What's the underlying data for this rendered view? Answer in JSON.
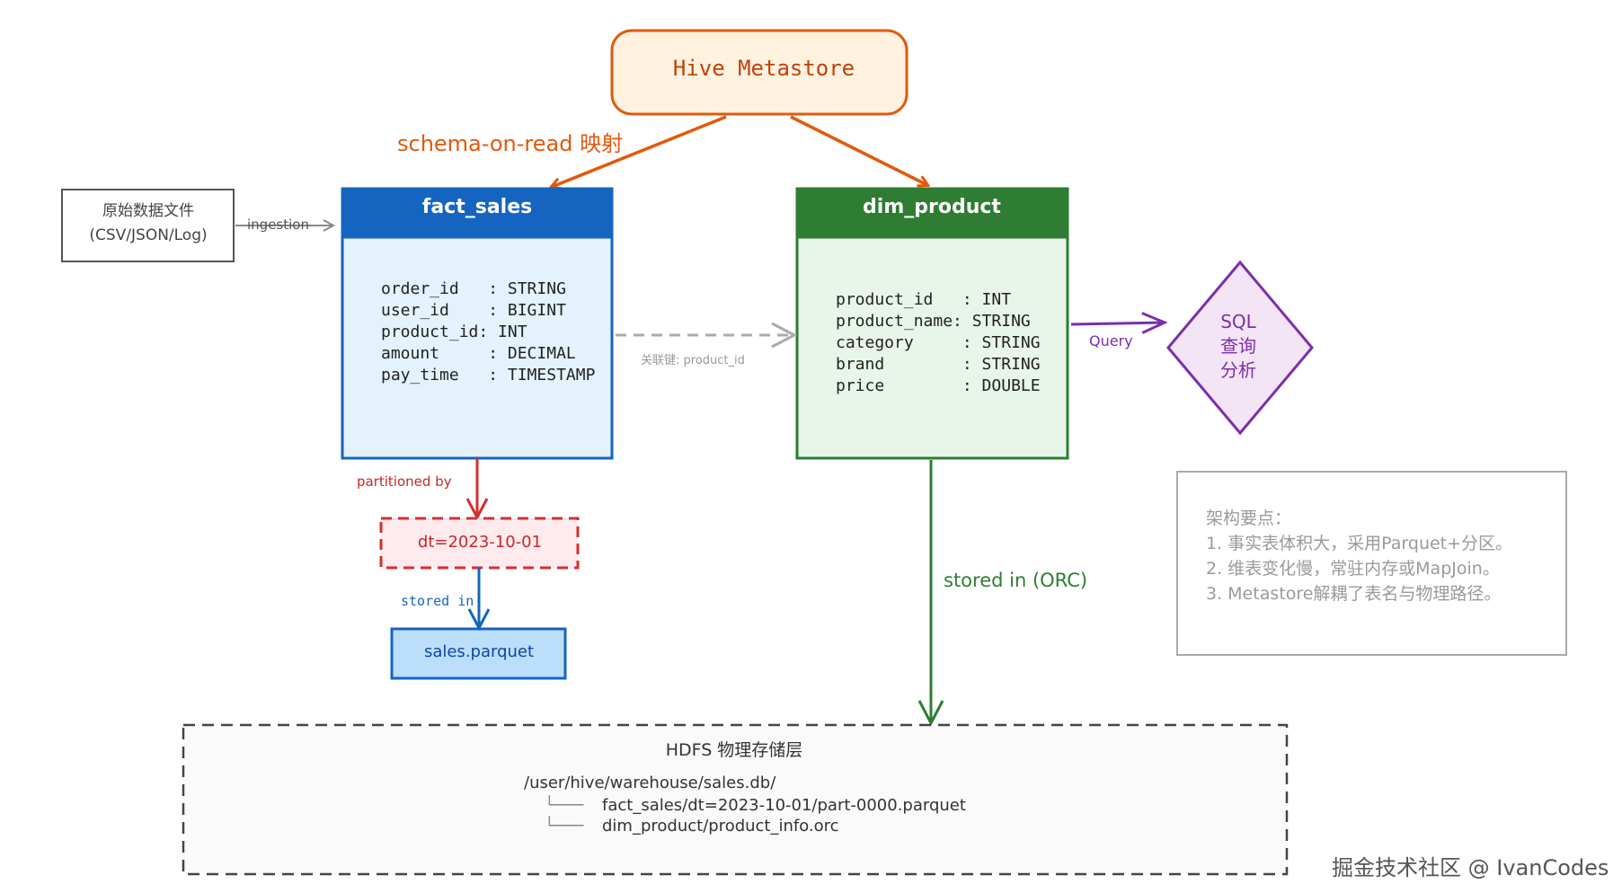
{
  "metastore": {
    "label": "Hive Metastore"
  },
  "raw_source": {
    "line1": "原始数据文件",
    "line2": "(CSV/JSON/Log)"
  },
  "edges": {
    "ingestion": "ingestion",
    "schema_mapping": "schema-on-read 映射",
    "join_key": "关联键: product_id",
    "query": "Query",
    "partitioned_by": "partitioned by",
    "stored_in": "stored in",
    "stored_in_orc": "stored in (ORC)"
  },
  "fact_table": {
    "name": "fact_sales",
    "fields": [
      "order_id   : STRING",
      "user_id    : BIGINT",
      "product_id: INT",
      "amount     : DECIMAL",
      "pay_time   : TIMESTAMP"
    ]
  },
  "dim_table": {
    "name": "dim_product",
    "fields": [
      "product_id   : INT",
      "product_name: STRING",
      "category     : STRING",
      "brand        : STRING",
      "price        : DOUBLE"
    ]
  },
  "sql_node": {
    "line1": "SQL",
    "line2": "查询",
    "line3": "分析"
  },
  "partition": {
    "label": "dt=2023-10-01"
  },
  "parquet_file": {
    "label": "sales.parquet"
  },
  "notes": {
    "title": "架构要点：",
    "items": [
      "1. 事实表体积大，采用Parquet+分区。",
      "2. 维表变化慢，常驻内存或MapJoin。",
      "3. Metastore解耦了表名与物理路径。"
    ]
  },
  "hdfs": {
    "title": "HDFS 物理存储层",
    "root_path": "/user/hive/warehouse/sales.db/",
    "tree_branch": "└───",
    "files": [
      "fact_sales/dt=2023-10-01/part-0000.parquet",
      "dim_product/product_info.orc"
    ]
  },
  "watermark": "掘金技术社区 @ IvanCodes",
  "colors": {
    "fact_header": "#1565c0",
    "fact_body": "#e3f2fd",
    "dim_header": "#2e7d32",
    "dim_body": "#e8f5e9",
    "metastore_border": "#e2590d",
    "metastore_fill": "#fff3e0",
    "sql_border": "#7b2fa8",
    "sql_fill": "#f3e5f5",
    "partition_border": "#d32f2f",
    "partition_fill": "#ffebee"
  }
}
